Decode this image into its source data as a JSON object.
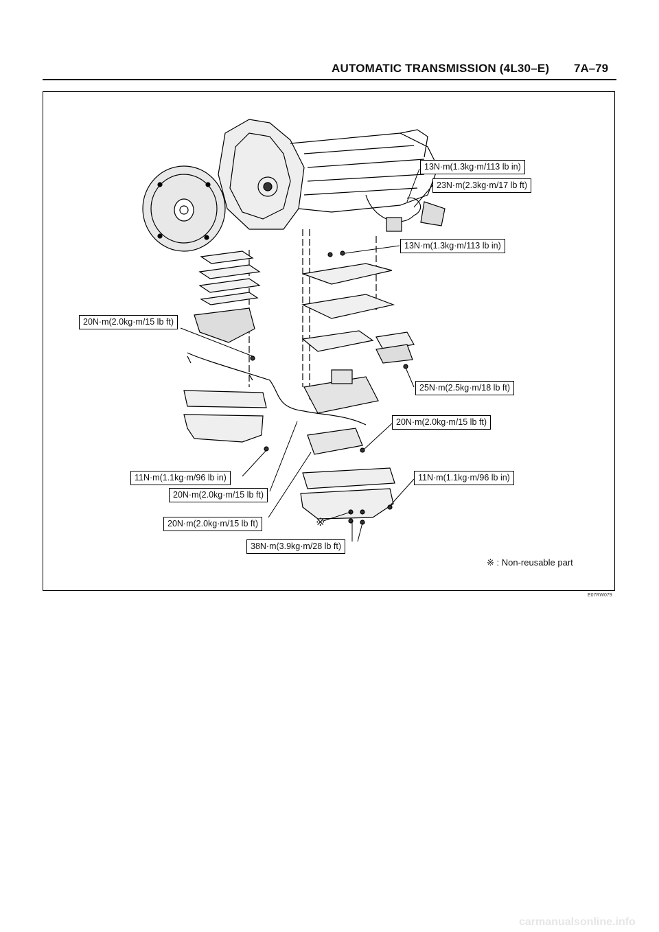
{
  "header": {
    "title": "AUTOMATIC TRANSMISSION (4L30–E)",
    "page": "7A–79"
  },
  "figure": {
    "labels": [
      "13N·m(1.3kg·m/113 lb in)",
      "23N·m(2.3kg·m/17 lb ft)",
      "13N·m(1.3kg·m/113 lb in)",
      "20N·m(2.0kg·m/15 lb ft)",
      "25N·m(2.5kg·m/18 lb ft)",
      "20N·m(2.0kg·m/15 lb ft)",
      "11N·m(1.1kg·m/96 lb in)",
      "11N·m(1.1kg·m/96 lb in)",
      "20N·m(2.0kg·m/15 lb ft)",
      "20N·m(2.0kg·m/15 lb ft)",
      "38N·m(3.9kg·m/28 lb ft)"
    ],
    "nonreusable_mark": "※",
    "note": "※ : Non-reusable part",
    "figure_id": "E07RW079"
  },
  "footer": {
    "watermark": "carmanualsonline.info"
  }
}
